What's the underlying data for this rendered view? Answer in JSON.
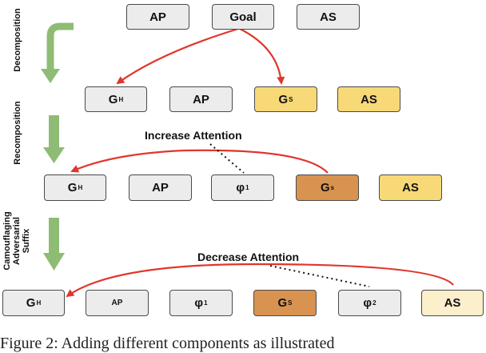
{
  "labels": {
    "decomposition": "Decomposition",
    "recomposition": "Recomposition",
    "camouflaging_line1": "Camouflaging",
    "camouflaging_line2": "Adversarial",
    "camouflaging_line3": "Suffix"
  },
  "annotations": {
    "increase": "Increase Attention",
    "decrease": "Decrease Attention"
  },
  "row1": {
    "ap": "AP",
    "goal": "Goal",
    "as": "AS"
  },
  "row2": {
    "gh_main": "G",
    "gh_sub": "H",
    "ap": "AP",
    "gs_main": "G",
    "gs_sub": "S",
    "as": "AS"
  },
  "row3": {
    "gh_main": "G",
    "gh_sub": "H",
    "ap": "AP",
    "phi_main": "φ",
    "phi_sub": "1",
    "gs_main": "G",
    "gs_sub": "s",
    "as": "AS"
  },
  "row4": {
    "gh_main": "G",
    "gh_sub": "H",
    "ap": "AP",
    "phi1_main": "φ",
    "phi1_sub": "1",
    "gs_main": "G",
    "gs_sub": "S",
    "phi2_main": "φ",
    "phi2_sub": "2",
    "as": "AS"
  },
  "caption": "Figure 2:  Adding different components as illustrated"
}
